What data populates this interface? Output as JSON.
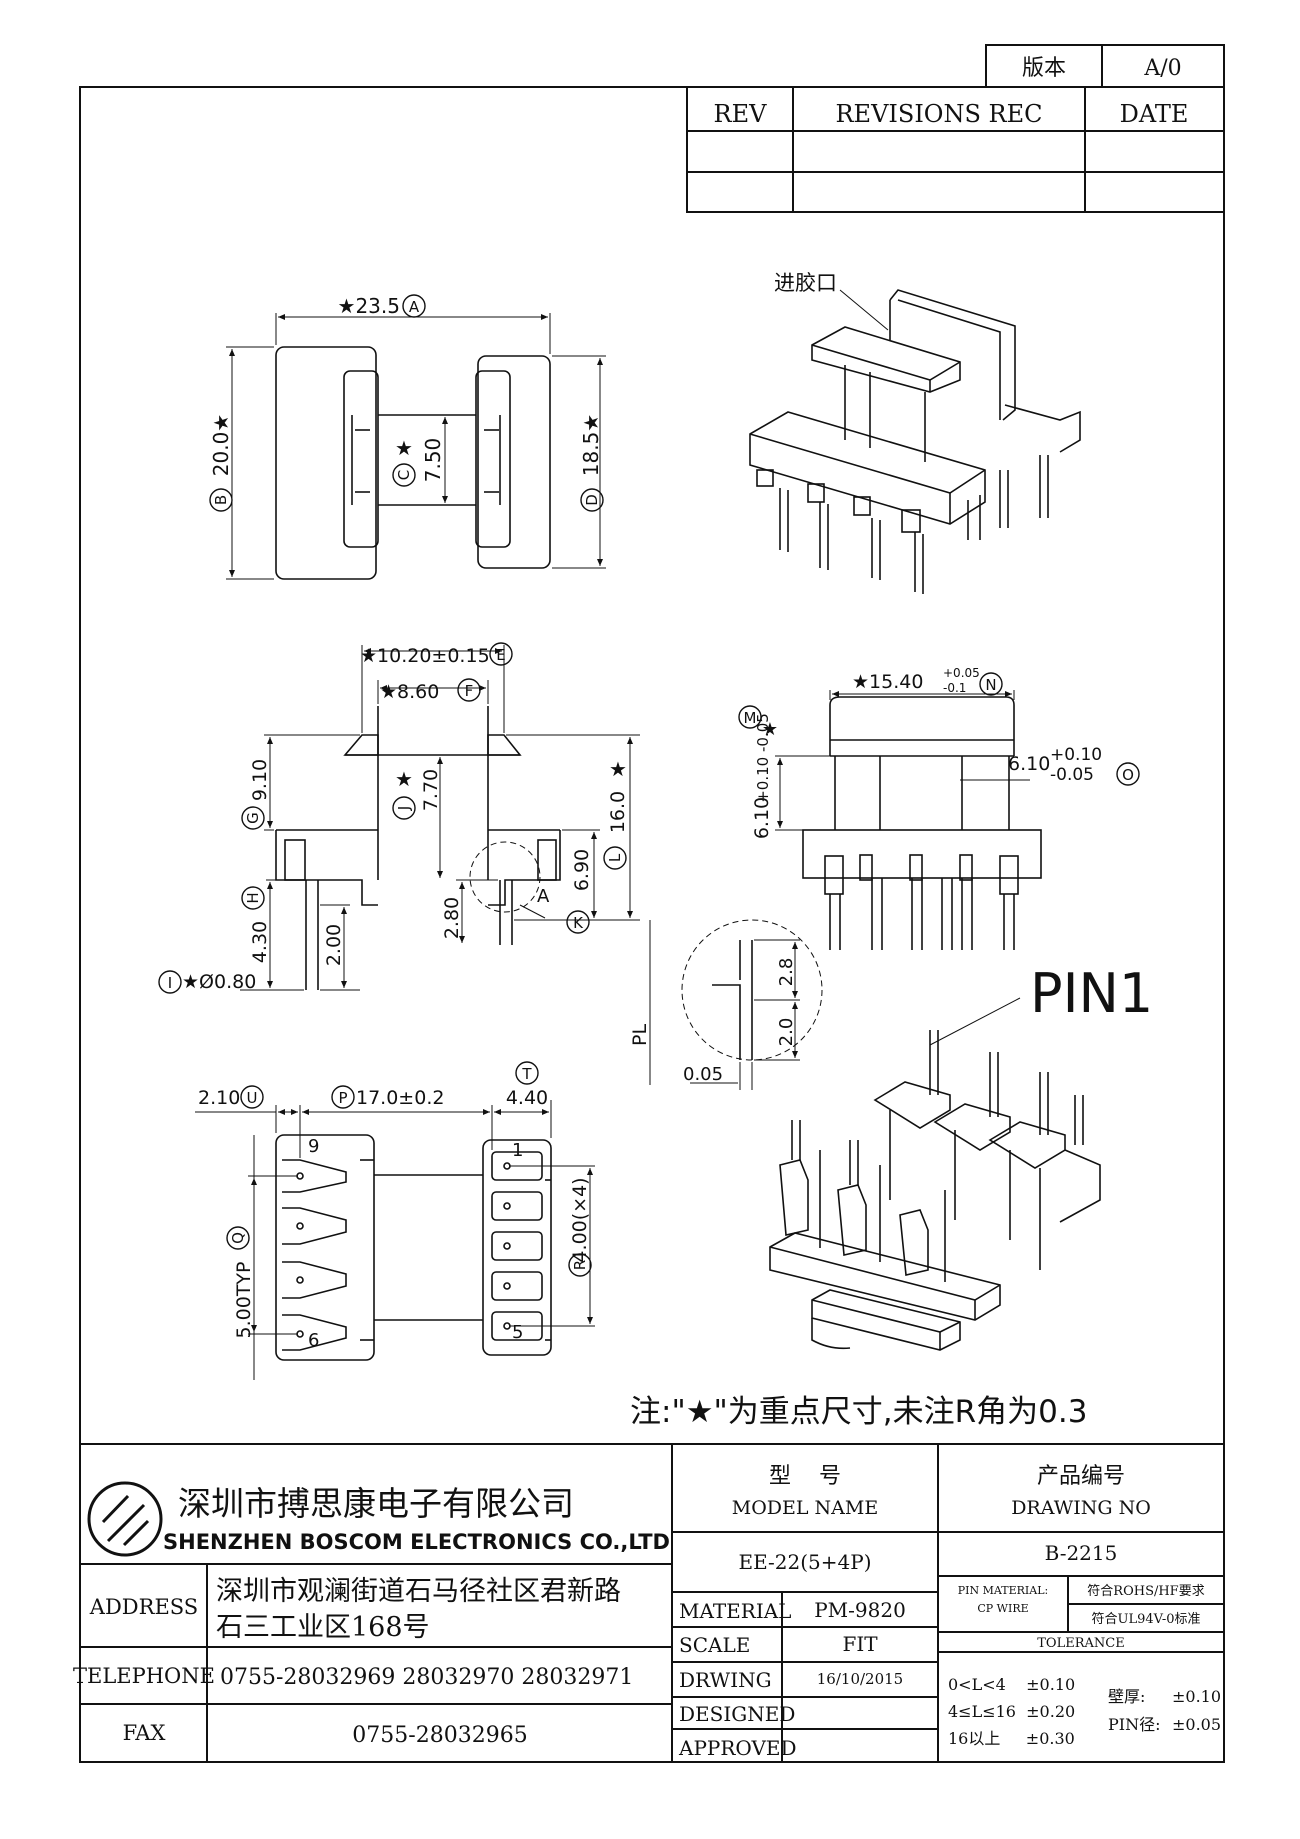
{
  "version_box": {
    "label": "版本",
    "value": "A/0"
  },
  "revisions": {
    "headers": [
      "REV",
      "REVISIONS REC",
      "DATE"
    ],
    "rows": [
      [
        "",
        "",
        ""
      ],
      [
        "",
        "",
        ""
      ]
    ]
  },
  "callouts": {
    "gate": "进胶口",
    "pin1": "PIN1"
  },
  "top_view": {
    "width": "★23.5",
    "width_id": "A",
    "height_left": "20.0★",
    "height_left_id": "B",
    "center": "7.50",
    "center_star": "★",
    "center_id": "C",
    "height_right": "18.5★",
    "height_right_id": "D"
  },
  "front_view": {
    "top_width": "★10.20±0.15",
    "top_width_id": "E",
    "inner_width": "★8.60",
    "inner_width_id": "F",
    "left_height": "9.10",
    "left_height_id": "G",
    "center": "7.70",
    "center_star": "★",
    "center_id": "J",
    "right_total": "16.0",
    "right_total_star": "★",
    "right_total_id": "L",
    "pin_len": "4.30",
    "pin_len_id": "H",
    "step": "2.00",
    "step_2": "2.80",
    "base": "6.90",
    "base_id": "K",
    "pin_dia": "★Ø0.80",
    "pin_dia_id": "I",
    "detail_tag": "A",
    "pl": "PL"
  },
  "side_view": {
    "width": "★15.40",
    "width_tol_top": "+0.05",
    "width_tol_bot": "-0.1",
    "width_id": "N",
    "left_id": "M",
    "left_star": "★",
    "left_val": "6.10",
    "left_tol": "+0.10 -0.05",
    "right_val": "6.10",
    "right_tol_top": "+0.10",
    "right_tol_bot": "-0.05",
    "right_id": "O"
  },
  "detail_a": {
    "d1": "2.8",
    "d2": "2.0",
    "d3": "0.05"
  },
  "bottom_view": {
    "left_w": "2.10",
    "left_w_id": "U",
    "span": "17.0±0.2",
    "span_id": "P",
    "right_w": "4.40",
    "right_w_id": "T",
    "pitch_left": "5.00TYP",
    "pitch_left_id": "Q",
    "pitch_right": "4.00(×4)",
    "pitch_right_id": "R",
    "pins": [
      "1",
      "5",
      "6",
      "9"
    ]
  },
  "note": "注:\"★\"为重点尺寸,未注R角为0.3",
  "title_block": {
    "company_cn": "深圳市搏思康电子有限公司",
    "company_en": "SHENZHEN BOSCOM ELECTRONICS CO.,LTD",
    "address_label": "ADDRESS",
    "address_1": "深圳市观澜街道石马径社区君新路",
    "address_2": "石三工业区168号",
    "telephone_label": "TELEPHONE",
    "telephone": "0755-28032969 28032970 28032971",
    "fax_label": "FAX",
    "fax": "0755-28032965",
    "model_cn": "型    号",
    "model_en": "MODEL NAME",
    "model_value": "EE-22(5+4P)",
    "drawing_cn": "产品编号",
    "drawing_en": "DRAWING NO",
    "drawing_value": "B-2215",
    "material_label": "MATERIAL",
    "material_value": "PM-9820",
    "scale_label": "SCALE",
    "scale_value": "FIT",
    "drwing_label": "DRWING",
    "drwing_value": "16/10/2015",
    "designed_label": "DESIGNED",
    "approved_label": "APPROVED",
    "pin_material_label_1": "PIN MATERIAL:",
    "pin_material_label_2": "CP WIRE",
    "rohs": "符合ROHS/HF要求",
    "ul": "符合UL94V-0标准",
    "tolerance_label": "TOLERANCE",
    "tol_1": "0<L<4    ±0.10",
    "tol_2": "4≤L≤16  ±0.20",
    "tol_3": "16以上     ±0.30",
    "wall_label": "壁厚:",
    "wall_value": "±0.10",
    "pin_dia_label": "PIN径:",
    "pin_dia_value": "±0.05"
  }
}
